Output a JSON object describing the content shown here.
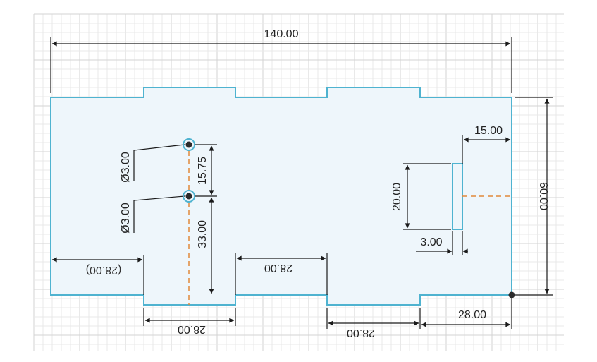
{
  "colors": {
    "grid_minor": "#e9e9e9",
    "grid_major": "#d3d3d3",
    "profile_stroke": "#4fb3d0",
    "profile_fill": "#eef6fb",
    "dimension": "#1a1a1a",
    "centerline": "#e0893a",
    "point": "#2b2b2b"
  },
  "dimensions": {
    "overall_width": "140.00",
    "overall_height": "60.00",
    "slot_offset_right": "15.00",
    "slot_height": "20.00",
    "slot_width": "3.00",
    "corner_offset": "28.00",
    "hole_1_diameter": "Ø3.00",
    "hole_2_diameter": "Ø3.00",
    "hole_spacing": "15.75",
    "hole_height": "33.00",
    "left_inset": "(28.00)",
    "middle_gap": "28.00",
    "bottom_tab_left": "28.00",
    "bottom_tab_right": "28.00"
  }
}
